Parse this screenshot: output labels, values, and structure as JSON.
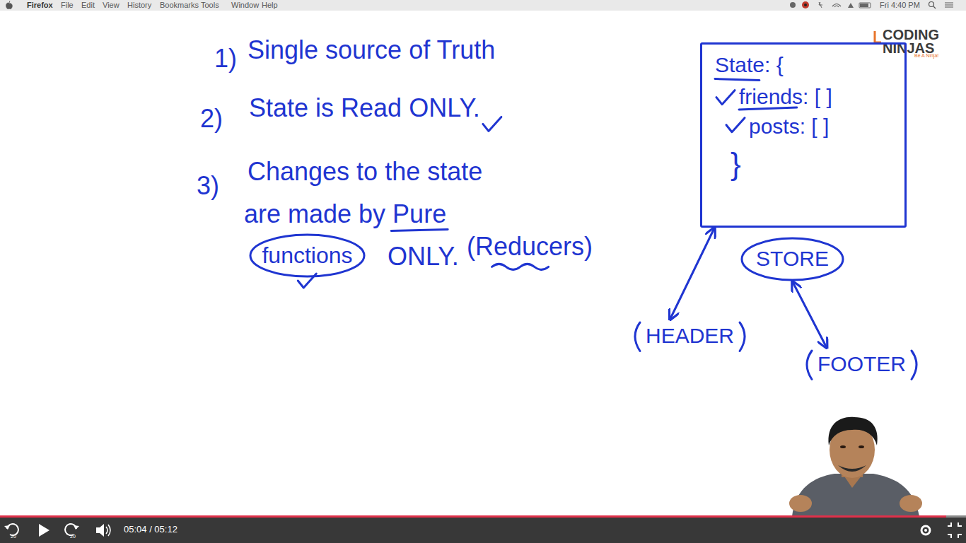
{
  "diagram": {
    "nodes": [
      {
        "text": [
          "State: {",
          "friends: [ ]",
          "posts: [ ]",
          "}"
        ]
      },
      {
        "text": [
          "functions"
        ]
      },
      {
        "text": [
          "STORE"
        ]
      },
      {
        "text": [
          "HEADER"
        ]
      },
      {
        "text": [
          "FOOTER"
        ]
      }
    ],
    "edges": [
      {
        "from": 0,
        "to": 3,
        "arrow": "both"
      },
      {
        "from": 2,
        "to": 4,
        "arrow": "both"
      }
    ],
    "labels": [
      "Firefox",
      "File",
      "Edit",
      "View",
      "History",
      "Bookmarks",
      "Tools",
      "Window",
      "Help",
      "Fri 4:40 PM",
      "1)",
      "Single source of Truth",
      "2)",
      "State is Read ONLY.",
      "3)",
      "Changes to the state",
      "are made by Pure",
      "ONLY.",
      "(Reducers)",
      "CODING",
      "NINJAS",
      "Be A Ninja!",
      "20",
      "20",
      "05:04 / 05:12"
    ]
  }
}
